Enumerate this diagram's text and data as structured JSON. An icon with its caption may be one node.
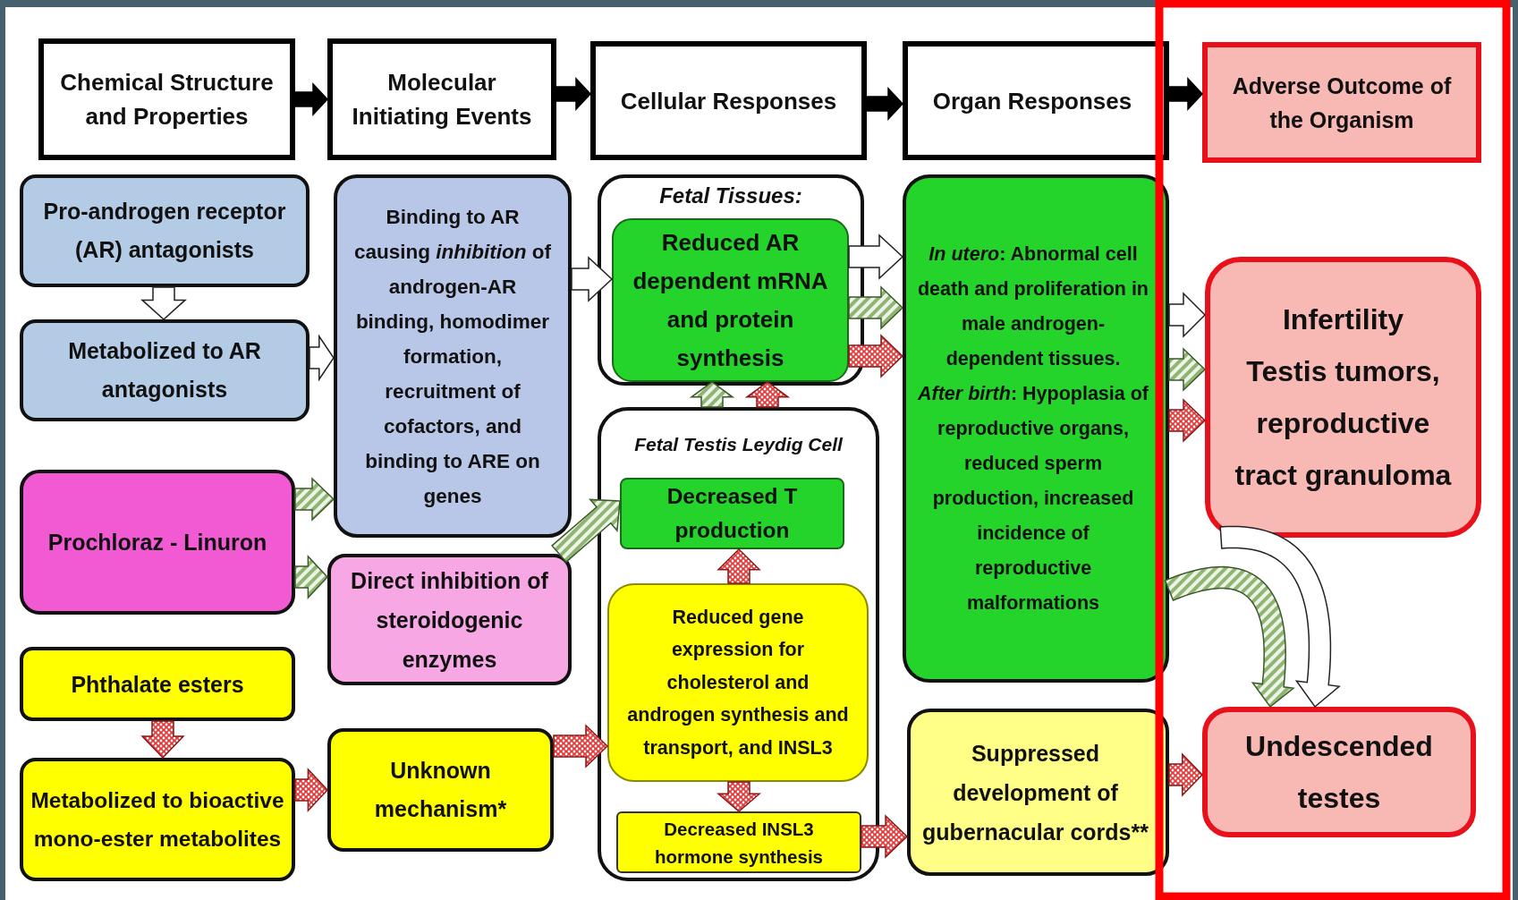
{
  "diagram": {
    "nodes": [
      {
        "text": [
          "Chemical Structure and Properties"
        ]
      },
      {
        "text": [
          "Molecular Initiating Events"
        ]
      },
      {
        "text": [
          "Cellular Responses"
        ]
      },
      {
        "text": [
          "Organ Responses"
        ]
      },
      {
        "text": [
          "Adverse Outcome of the Organism"
        ]
      },
      {
        "text": [
          "Pro-androgen receptor (AR) antagonists"
        ]
      },
      {
        "text": [
          "Metabolized to AR antagonists"
        ]
      },
      {
        "text": [
          "Binding to AR causing *inhibition* of androgen-AR binding, homodimer formation, recruitment of cofactors, and binding to ARE on genes"
        ]
      },
      {
        "text": [
          "Prochloraz - Linuron"
        ]
      },
      {
        "text": [
          "Direct inhibition of steroidogenic enzymes"
        ]
      },
      {
        "text": [
          "Phthalate esters"
        ]
      },
      {
        "text": [
          "Metabolized to bioactive mono-ester metabolites"
        ]
      },
      {
        "text": [
          "Unknown mechanism*"
        ]
      },
      {
        "text": [
          "Fetal Tissues:"
        ]
      },
      {
        "text": [
          "Reduced AR dependent mRNA and protein synthesis"
        ],
        "in": 13
      },
      {
        "text": [
          "Fetal Testis Leydig Cell"
        ]
      },
      {
        "text": [
          "Decreased T production"
        ],
        "in": 15
      },
      {
        "text": [
          "Reduced  gene expression for cholesterol and androgen synthesis and transport, and INSL3"
        ],
        "in": 15
      },
      {
        "text": [
          "Decreased INSL3 hormone synthesis"
        ],
        "in": 15
      },
      {
        "text": [
          "*In utero*: Abnormal cell death and proliferation in male androgen-dependent tissues.",
          "*After birth*: Hypoplasia of reproductive organs, reduced sperm production, increased incidence of reproductive malformations"
        ]
      },
      {
        "text": [
          "Suppressed development of gubernacular cords**"
        ]
      },
      {
        "text": [
          "Infertility",
          "Testis tumors, reproductive tract granuloma"
        ]
      },
      {
        "text": [
          "Undescended testes"
        ]
      }
    ],
    "edges": [
      {
        "from": 0,
        "to": 1,
        "arrow": "to",
        "color": "#000000"
      },
      {
        "from": 1,
        "to": 2,
        "arrow": "to",
        "color": "#000000"
      },
      {
        "from": 2,
        "to": 3,
        "arrow": "to",
        "color": "#000000"
      },
      {
        "from": 3,
        "to": 4,
        "arrow": "to",
        "color": "#000000"
      },
      {
        "from": 5,
        "to": 6,
        "arrow": "to",
        "color": "#ffffff"
      },
      {
        "from": 6,
        "to": 7,
        "arrow": "to",
        "color": "#ffffff"
      },
      {
        "from": 7,
        "to": 14,
        "arrow": "to",
        "color": "#ffffff"
      },
      {
        "from": 8,
        "to": 7,
        "arrow": "to",
        "color": "#8fb573"
      },
      {
        "from": 8,
        "to": 9,
        "arrow": "to",
        "color": "#8fb573"
      },
      {
        "from": 9,
        "to": 16,
        "arrow": "to",
        "color": "#8fb573"
      },
      {
        "from": 10,
        "to": 11,
        "arrow": "to"
      },
      {
        "from": 11,
        "to": 12,
        "arrow": "to"
      },
      {
        "from": 12,
        "to": 17,
        "arrow": "to"
      },
      {
        "from": 17,
        "to": 16,
        "arrow": "to"
      },
      {
        "from": 17,
        "to": 18,
        "arrow": "to"
      },
      {
        "from": 15,
        "to": 14,
        "arrow": "to",
        "color": "#8fb573"
      },
      {
        "from": 15,
        "to": 14,
        "arrow": "to"
      },
      {
        "from": 14,
        "to": 19,
        "arrow": "to",
        "color": "#ffffff"
      },
      {
        "from": 14,
        "to": 19,
        "arrow": "to",
        "color": "#8fb573"
      },
      {
        "from": 14,
        "to": 19,
        "arrow": "to"
      },
      {
        "from": 19,
        "to": 21,
        "arrow": "to",
        "color": "#ffffff"
      },
      {
        "from": 19,
        "to": 21,
        "arrow": "to",
        "color": "#8fb573"
      },
      {
        "from": 19,
        "to": 21,
        "arrow": "to"
      },
      {
        "from": 18,
        "to": 20,
        "arrow": "to"
      },
      {
        "from": 20,
        "to": 22,
        "arrow": "to"
      },
      {
        "from": 19,
        "to": 22,
        "arrow": "to",
        "color": "#8fb573"
      },
      {
        "from": 21,
        "to": 22,
        "arrow": "to",
        "color": "#ffffff"
      }
    ]
  }
}
